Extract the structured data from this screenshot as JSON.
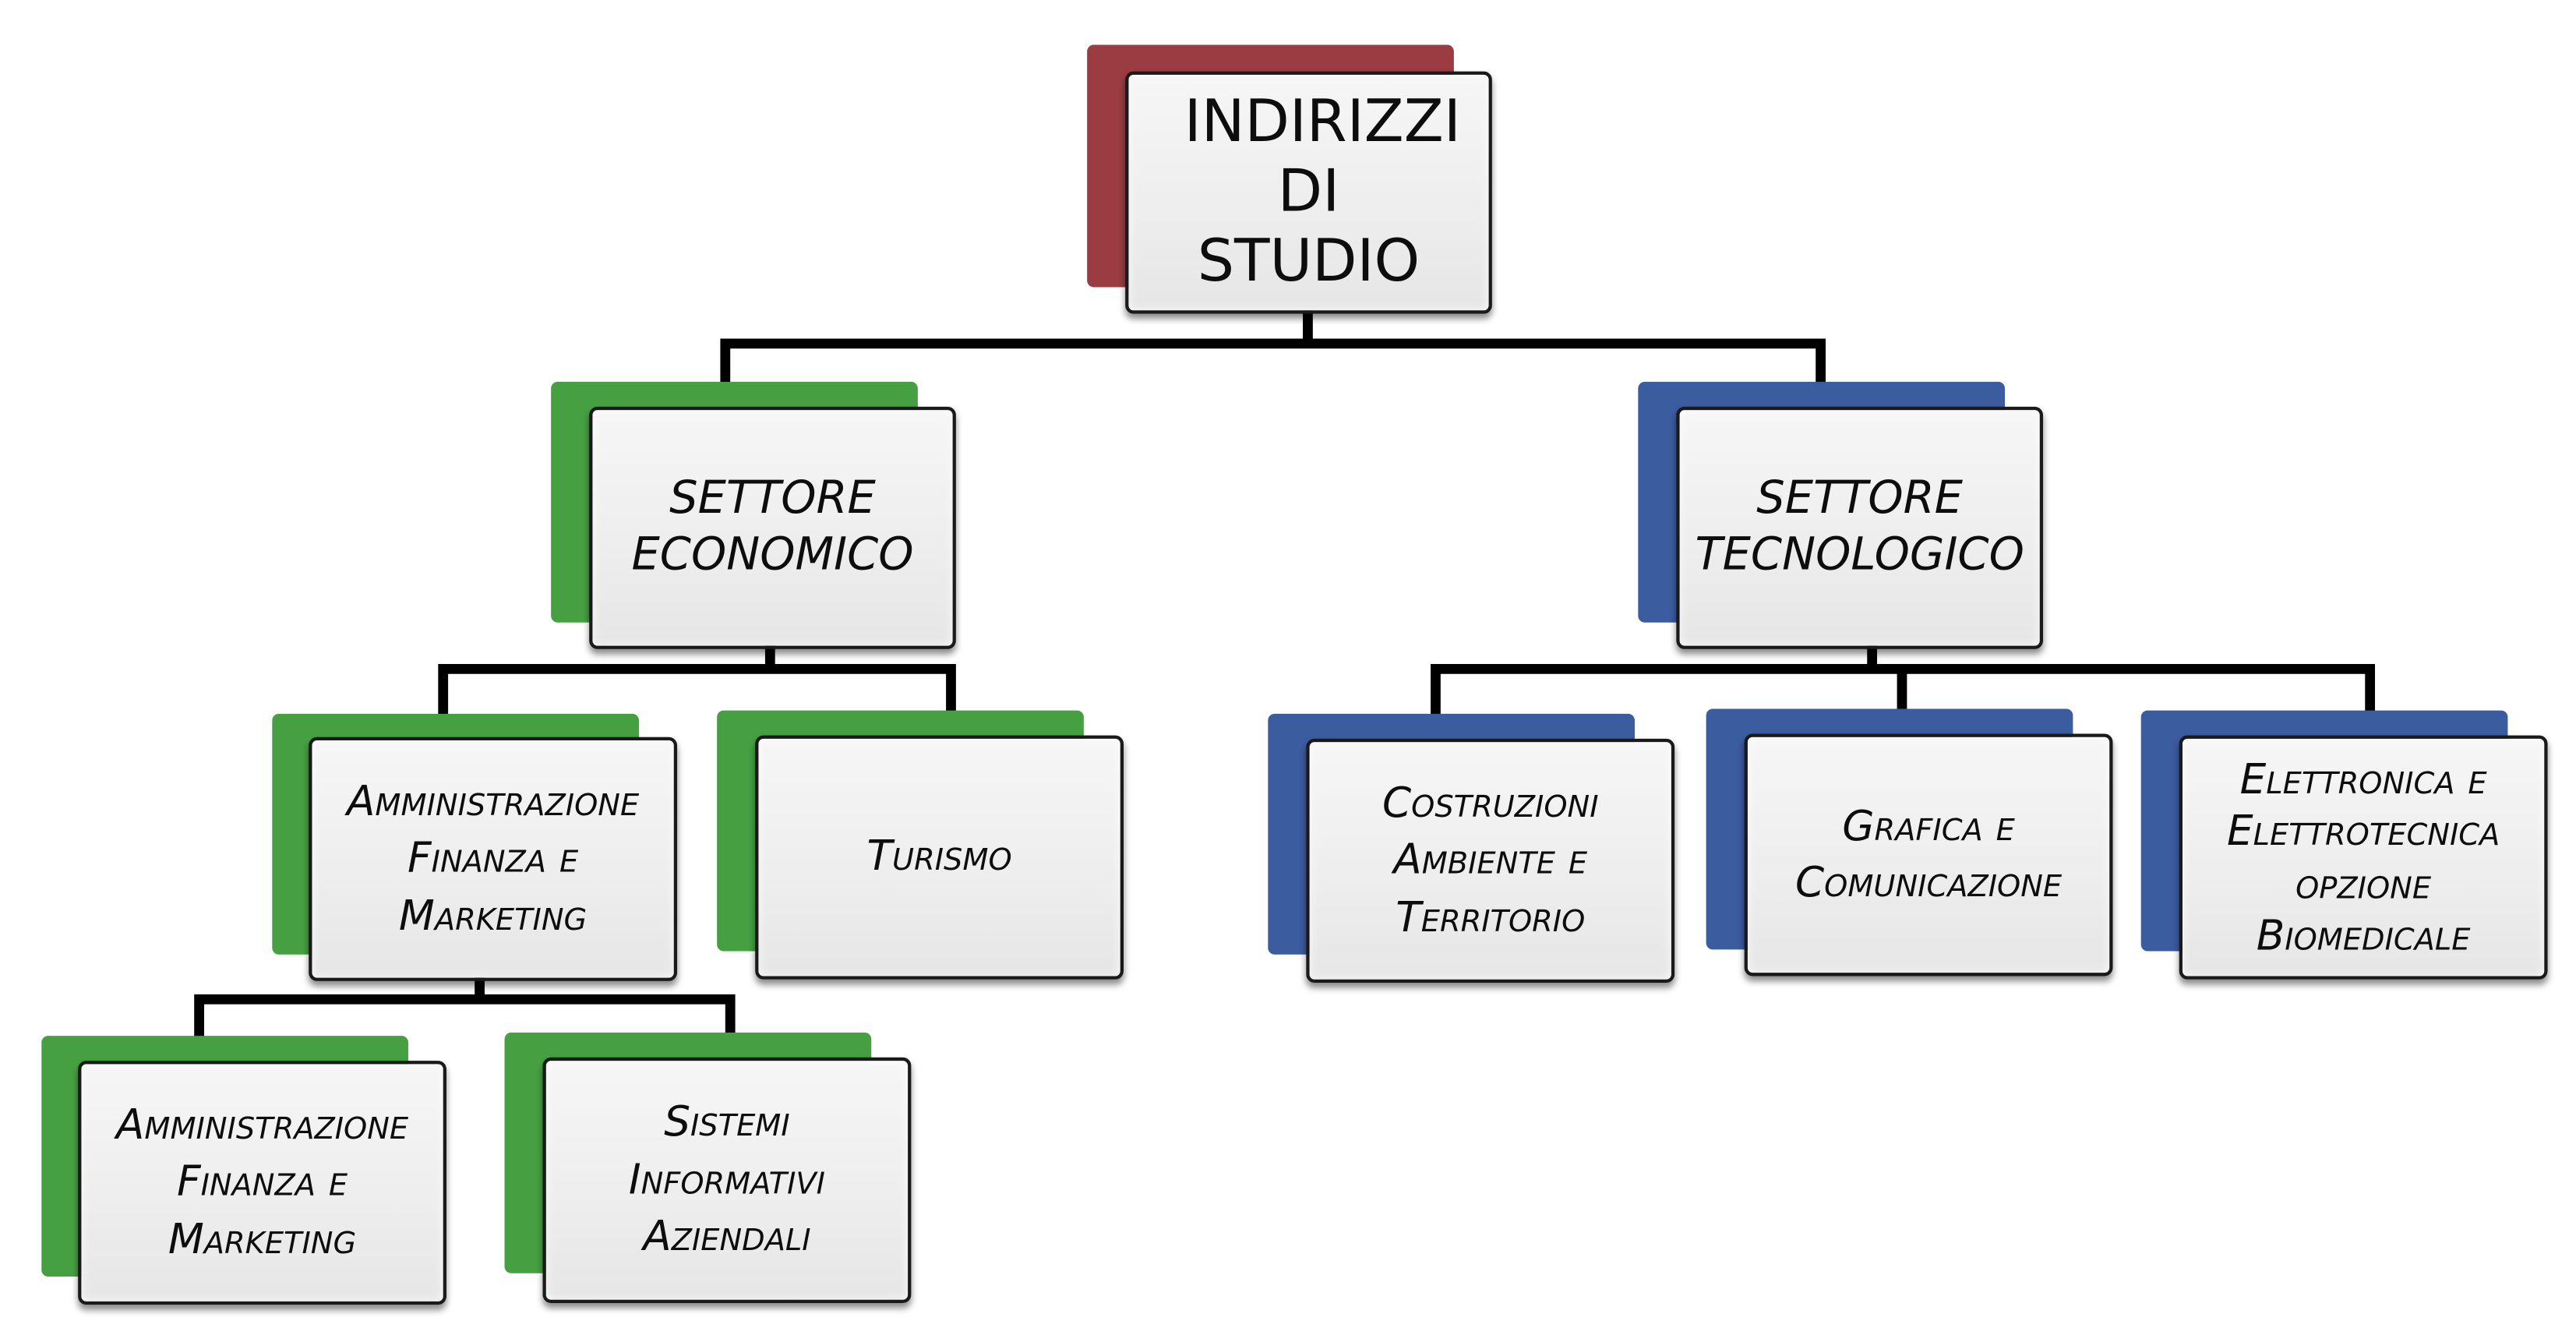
{
  "colors": {
    "root": "#9b3c42",
    "economic": "#46a042",
    "technological": "#3c5ca0",
    "connector": "#000000"
  },
  "nodes": {
    "root": {
      "label": "INDIRIZZI DI STUDIO"
    },
    "settore_economico": {
      "label": "SETTORE ECONOMICO"
    },
    "settore_tecnologico": {
      "label": "SETTORE TECNOLOGICO"
    },
    "afm": {
      "label": "Amministrazione Finanza e Marketing"
    },
    "turismo": {
      "label": "Turismo"
    },
    "afm_articolazione": {
      "label": "Amministrazione Finanza e Marketing"
    },
    "sia": {
      "label": "Sistemi Informativi Aziendali"
    },
    "cat": {
      "label": "Costruzioni Ambiente e Territorio"
    },
    "grafica": {
      "label": "Grafica e Comunicazione"
    },
    "elettronica": {
      "label": "Elettronica e Elettrotecnica opzione Biomedicale"
    }
  }
}
